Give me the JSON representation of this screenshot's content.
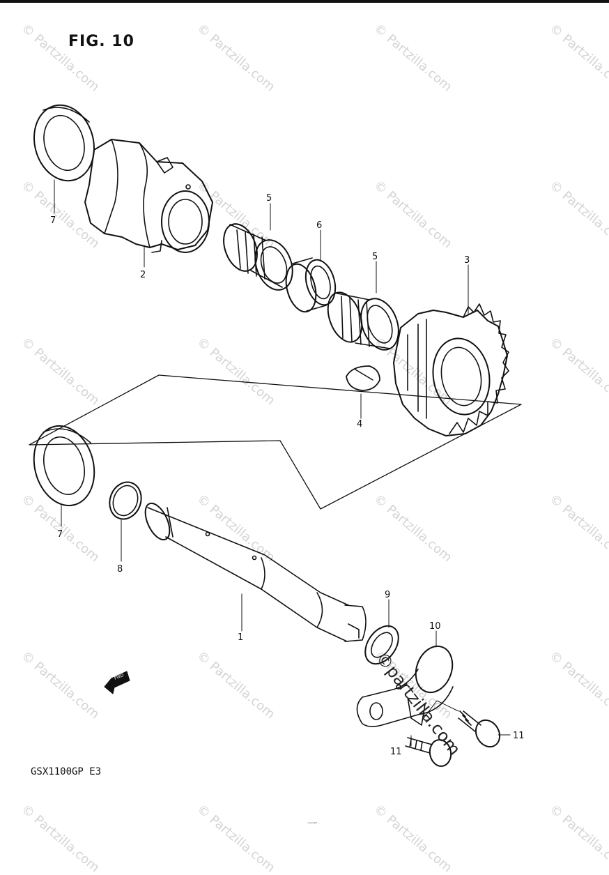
{
  "figure": {
    "title": "FIG. 10",
    "model": "GSX1100GP  E3",
    "copyright_fine": "copyright ...",
    "watermark": "© Partzilla.com",
    "stamp": "©partzilla.com",
    "fwd_label": "FWD"
  },
  "callouts": [
    {
      "id": "callout-7-top",
      "label": "7"
    },
    {
      "id": "callout-2",
      "label": "2"
    },
    {
      "id": "callout-5-left",
      "label": "5"
    },
    {
      "id": "callout-6",
      "label": "6"
    },
    {
      "id": "callout-5-right",
      "label": "5"
    },
    {
      "id": "callout-3",
      "label": "3"
    },
    {
      "id": "callout-4",
      "label": "4"
    },
    {
      "id": "callout-7-bottom",
      "label": "7"
    },
    {
      "id": "callout-8",
      "label": "8"
    },
    {
      "id": "callout-1",
      "label": "1"
    },
    {
      "id": "callout-9",
      "label": "9"
    },
    {
      "id": "callout-10",
      "label": "10"
    },
    {
      "id": "callout-11-right",
      "label": "11"
    },
    {
      "id": "callout-11-bottom",
      "label": "11"
    }
  ]
}
